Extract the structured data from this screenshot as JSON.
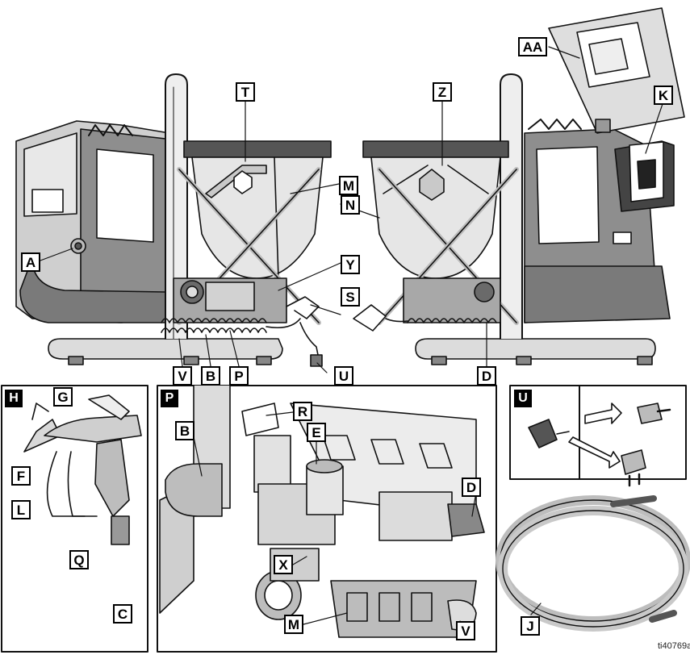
{
  "callouts": {
    "T": "T",
    "Z": "Z",
    "AA": "AA",
    "K": "K",
    "M": "M",
    "N": "N",
    "A": "A",
    "Y": "Y",
    "S": "S",
    "V": "V",
    "B": "B",
    "P": "P",
    "U": "U",
    "D": "D"
  },
  "panels": {
    "gun": {
      "tag": "H",
      "callouts": {
        "G": "G",
        "F": "F",
        "L": "L",
        "Q": "Q",
        "C": "C"
      }
    },
    "pump": {
      "tag": "P",
      "callouts": {
        "B": "B",
        "R": "R",
        "E": "E",
        "D": "D",
        "X": "X",
        "M": "M",
        "V": "V"
      }
    },
    "plug": {
      "tag": "U"
    },
    "hose": {
      "callouts": {
        "J": "J"
      }
    }
  },
  "figure_ref": "ti40769a"
}
